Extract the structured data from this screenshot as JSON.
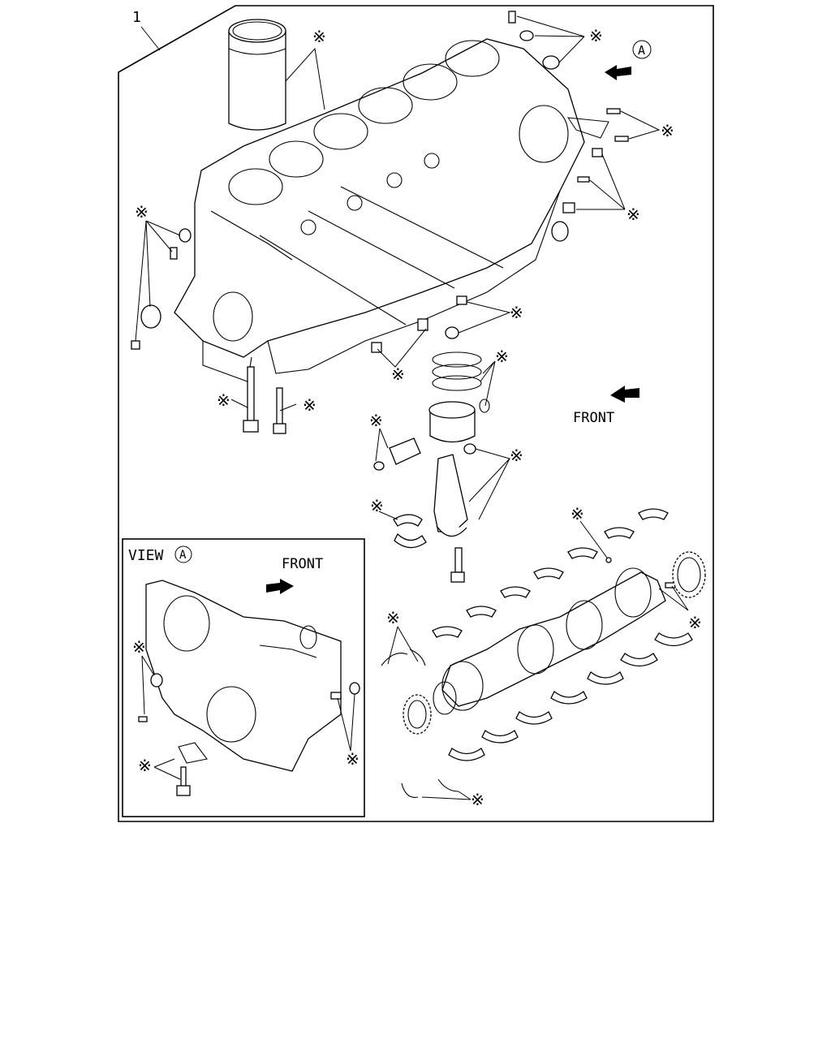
{
  "diagram": {
    "item_number": "1",
    "view_marker": "A",
    "view_label": "VIEW",
    "front_label_main": "FRONT",
    "front_label_inset": "FRONT",
    "kit_marker": "※"
  }
}
